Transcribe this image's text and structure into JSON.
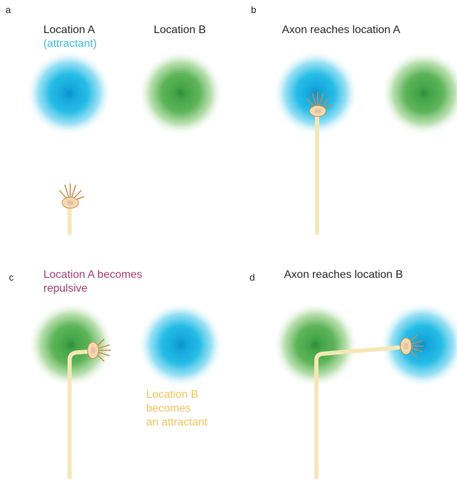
{
  "colors": {
    "attractant": "#1fb6dd",
    "neutral": "#4cab4a",
    "axon": "#f6e7b6",
    "repulsive_text": "#a2386b",
    "attractant_text": "#38bcd8",
    "becomes_attractant_text": "#f1c15b"
  },
  "panels": {
    "a": {
      "letter": "a",
      "label_a_line1": "Location A",
      "label_a_line2": "(attractant)",
      "label_b": "Location B"
    },
    "b": {
      "letter": "b",
      "title": "Axon reaches location A"
    },
    "c": {
      "letter": "c",
      "repulsive_line1": "Location A becomes",
      "repulsive_line2": "repulsive",
      "attract_line1": "Location B",
      "attract_line2": "becomes",
      "attract_line3": "an attractant"
    },
    "d": {
      "letter": "d",
      "title": "Axon reaches location B"
    }
  }
}
